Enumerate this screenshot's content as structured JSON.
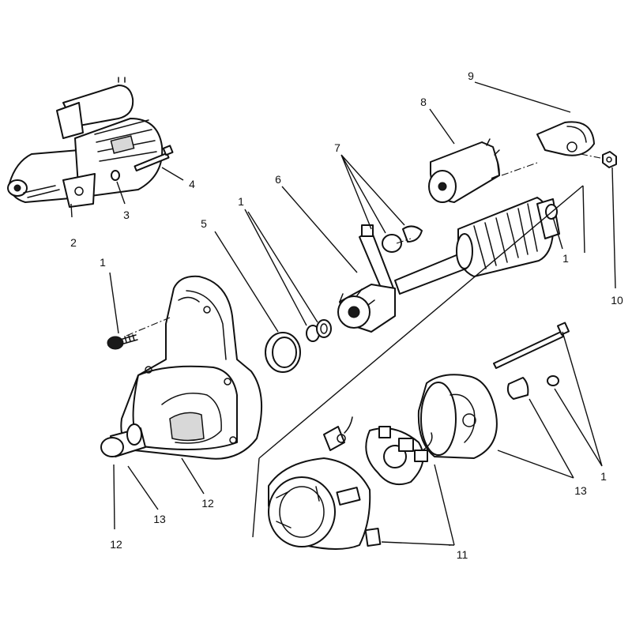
{
  "callouts": {
    "c1a": "1",
    "c1b": "1",
    "c1c": "1",
    "c1d": "1",
    "c2": "2",
    "c3": "3",
    "c4": "4",
    "c5": "5",
    "c6": "6",
    "c7": "7",
    "c8": "8",
    "c9": "9",
    "c10": "10",
    "c11": "11",
    "c12a": "12",
    "c12b": "12",
    "c13a": "13",
    "c13b": "13"
  },
  "colors": {
    "line": "#111111",
    "background": "#ffffff"
  }
}
